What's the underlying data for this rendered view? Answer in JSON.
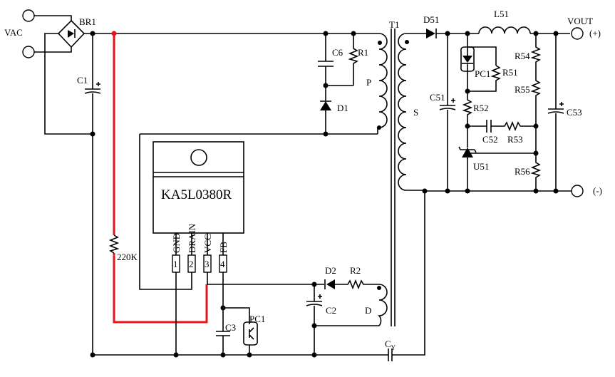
{
  "labels": {
    "vac": "VAC",
    "br1": "BR1",
    "c1": "C1",
    "c6": "C6",
    "r1": "R1",
    "d1": "D1",
    "p": "P",
    "t1": "T1",
    "s": "S",
    "d51": "D51",
    "l51": "L51",
    "vout": "VOUT",
    "plus": "(+)",
    "minus": "(-)",
    "r54": "R54",
    "pc1_sec": "PC1",
    "r51": "R51",
    "c51": "C51",
    "r55": "R55",
    "c53": "C53",
    "r52": "R52",
    "c52": "C52",
    "r53": "R53",
    "u51": "U51",
    "r56": "R56",
    "ic": "KA5L0380R",
    "pin_gnd": "GND",
    "pin_drain": "DRAIN",
    "pin_vcc": "VCC",
    "pin_fb": "FB",
    "pin1": "1",
    "pin2": "2",
    "pin3": "3",
    "pin4": "4",
    "r220k": "220K",
    "d2": "D2",
    "r2": "R2",
    "c2": "C2",
    "d": "D",
    "c3": "C3",
    "pc1_pri": "PC1",
    "cy": "C",
    "cy_sub": "Y"
  },
  "colors": {
    "wire": "#000000",
    "highlight": "#e8141b"
  }
}
